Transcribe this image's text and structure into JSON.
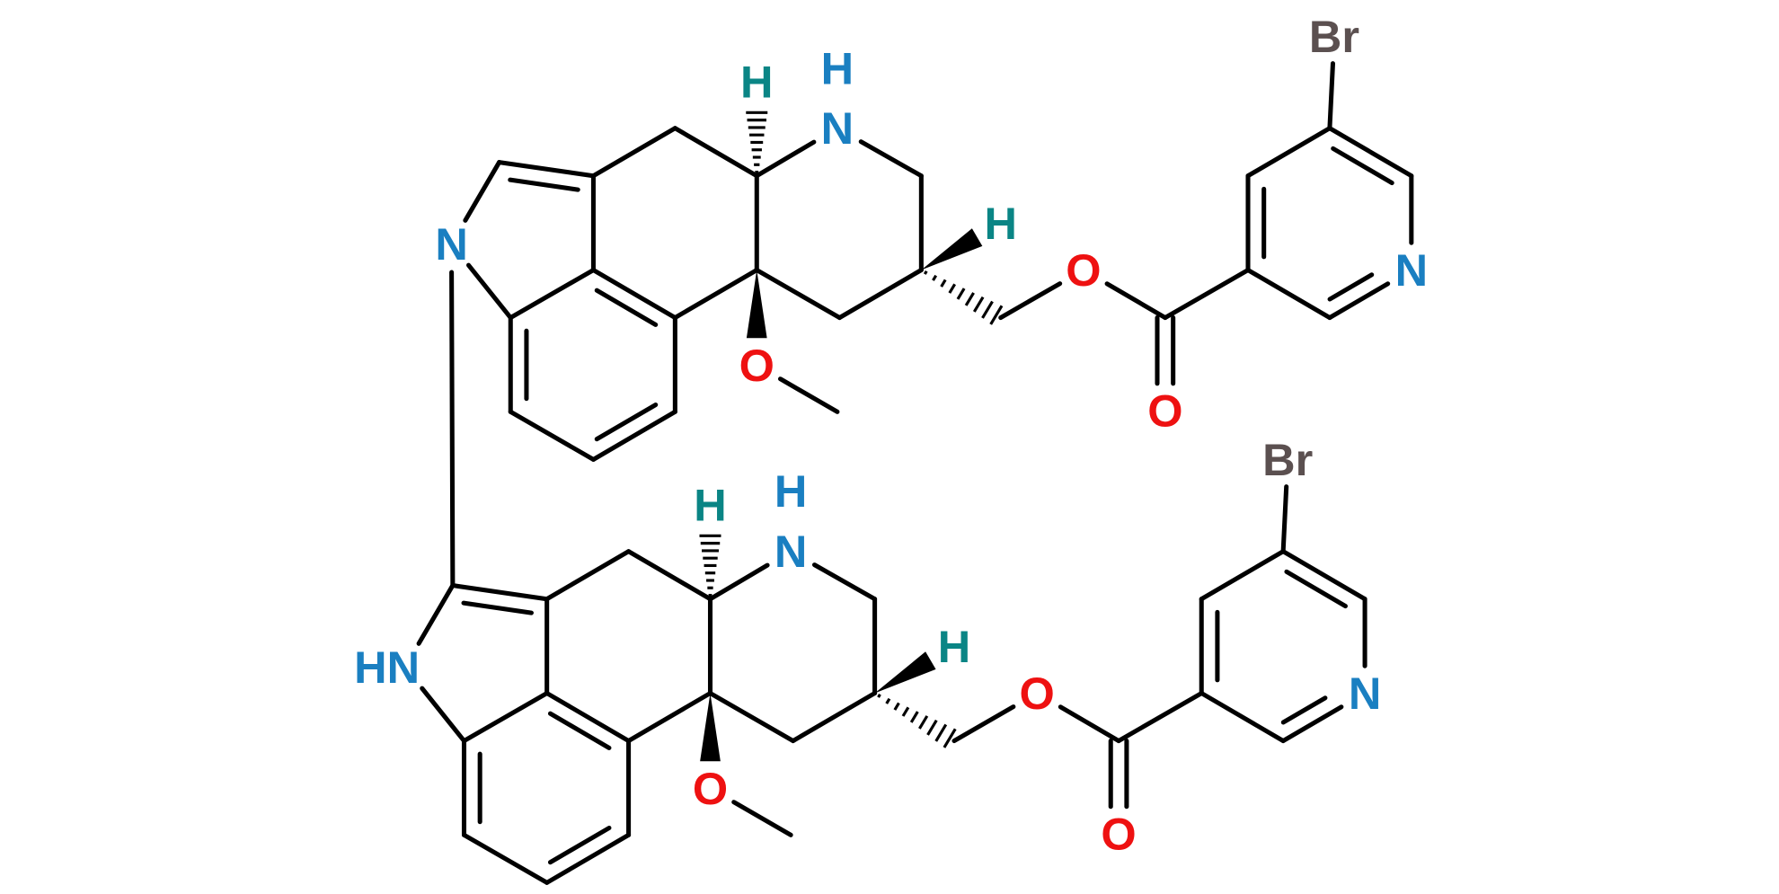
{
  "colors": {
    "bond": "#000000",
    "nitrogen": "#1a7fc1",
    "oxygen": "#ee1111",
    "stereo_h": "#0a8585",
    "bromine": "#5b5050"
  },
  "molecule": {
    "units": [
      {
        "labels": {
          "br": "Br",
          "pyridine_n": "N",
          "carbonyl_o": "O",
          "ester_o": "O",
          "h_c8": "H",
          "amine_n": "N",
          "amine_h": "H",
          "h_c5": "H",
          "methoxy_o": "O",
          "indole_n": "N"
        }
      },
      {
        "labels": {
          "br": "Br",
          "pyridine_n": "N",
          "carbonyl_o": "O",
          "ester_o": "O",
          "h_c8": "H",
          "amine_n": "N",
          "amine_h": "H",
          "h_c5": "H",
          "methoxy_o": "O",
          "indole_n": "HN"
        }
      }
    ]
  }
}
